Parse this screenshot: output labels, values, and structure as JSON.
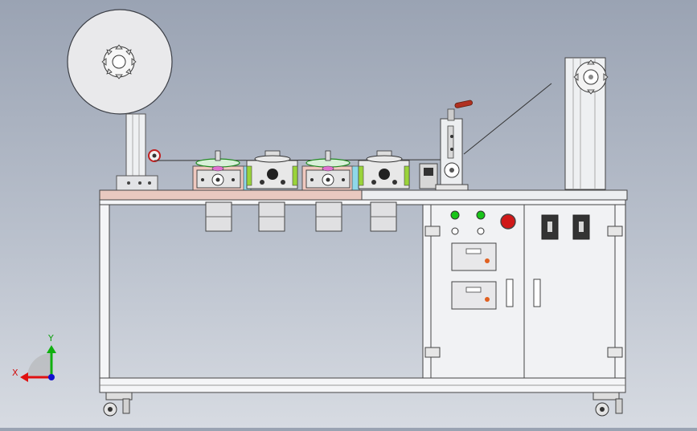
{
  "viewport": {
    "background_top": "#9aa3b3",
    "background_bottom": "#d7dbe2"
  },
  "model": {
    "frame_color": "#f4f5f7",
    "frame_edge": "#555a66",
    "table_top_color": "#e9c9c0",
    "cabinet_color": "#f1f2f4",
    "indicator_green": "#19c419",
    "estop_red": "#d01818"
  },
  "control_panel": {
    "indicator_lights": [
      "green",
      "green"
    ],
    "emergency_stop": "red",
    "controllers": 2
  },
  "axis_triad": {
    "x_label": "X",
    "y_label": "Y",
    "x_color": "#e01010",
    "y_color": "#10b010"
  }
}
